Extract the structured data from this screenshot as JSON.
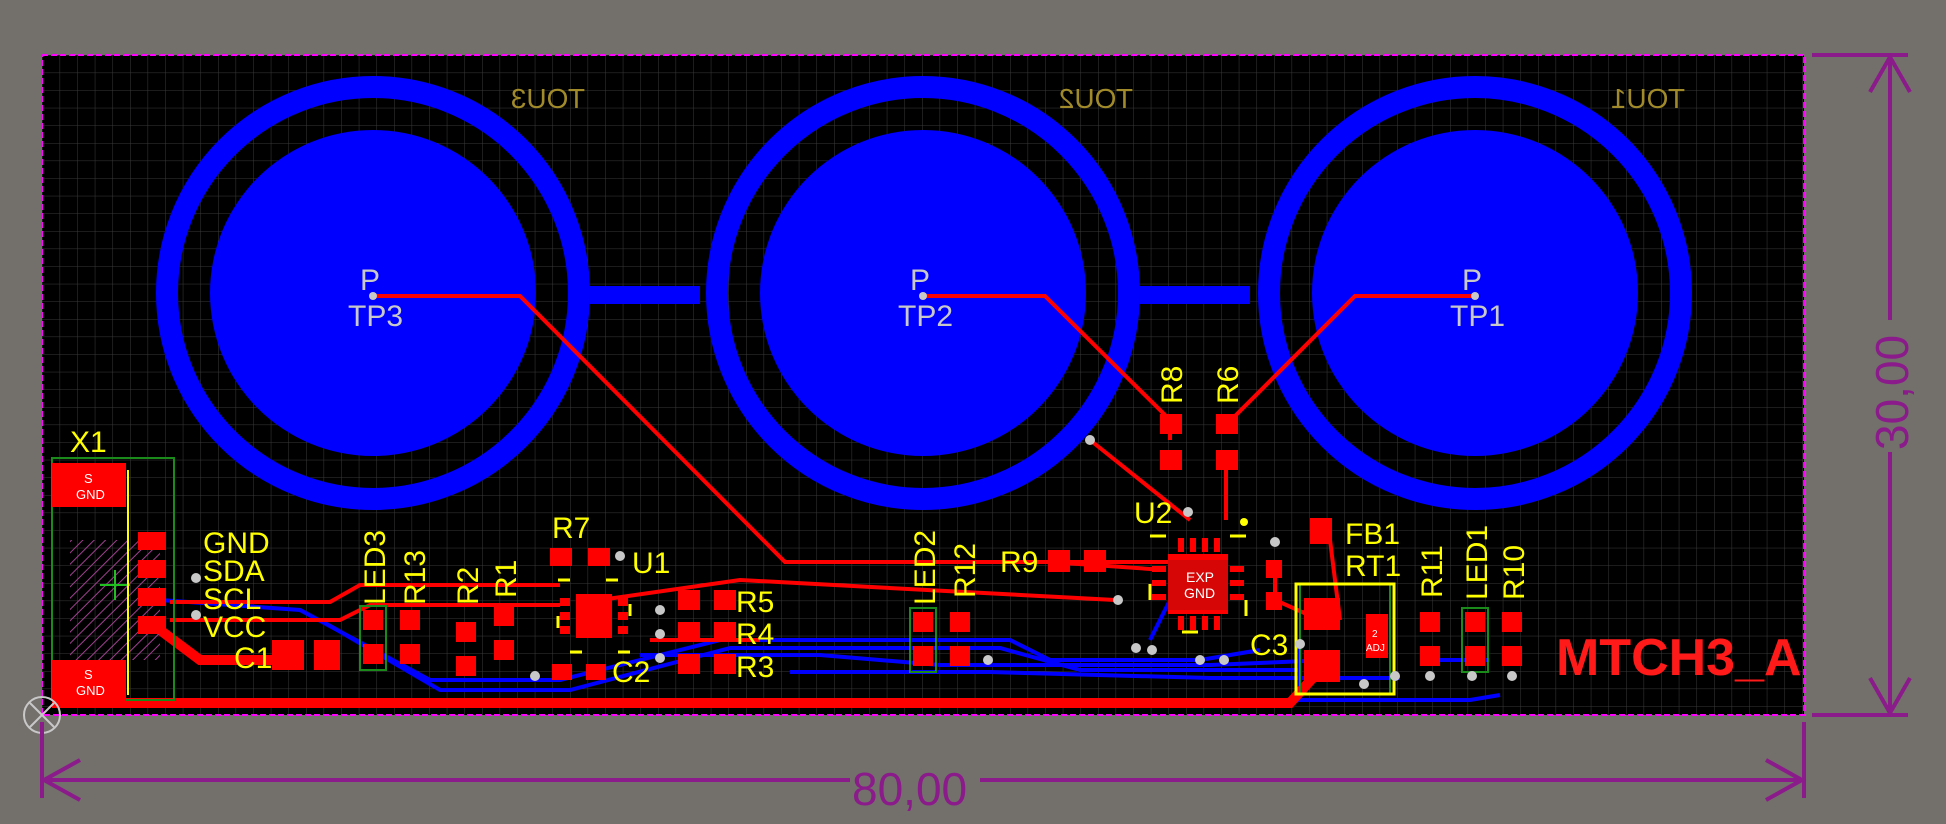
{
  "board": {
    "name": "MTCH3_A",
    "width_dim": "80,00",
    "height_dim": "30,00"
  },
  "touch_pads": [
    {
      "label": "TP1",
      "net": "P",
      "mirror": "TOU1"
    },
    {
      "label": "TP2",
      "net": "P",
      "mirror": "TOU2"
    },
    {
      "label": "TP3",
      "net": "P",
      "mirror": "TOU3"
    }
  ],
  "connector": {
    "ref": "X1",
    "pins": [
      "GND",
      "SDA",
      "SCL",
      "VCC"
    ],
    "shield_label_top": "S",
    "shield_label_bottom": "GND"
  },
  "designators": {
    "u1": "U1",
    "u2": "U2",
    "r1": "R1",
    "r2": "R2",
    "r3": "R3",
    "r4": "R4",
    "r5": "R5",
    "r6": "R6",
    "r7": "R7",
    "r8": "R8",
    "r9": "R9",
    "r10": "R10",
    "r11": "R11",
    "r12": "R12",
    "r13": "R13",
    "c1": "C1",
    "c2": "C2",
    "c3": "C3",
    "led1": "LED1",
    "led2": "LED2",
    "led3": "LED3",
    "fb1": "FB1",
    "rt1": "RT1"
  },
  "u2_pad_text": [
    "EXP",
    "GND"
  ],
  "rt1_body_text": [
    "2",
    "ADJ"
  ],
  "colors": {
    "background": "#736f6b",
    "board": "#000000",
    "bottom_copper": "#0000ff",
    "top_copper": "#ff0000",
    "silkscreen": "#ffff00",
    "outline": "#ff00ff",
    "dimension": "#8b1a8b"
  }
}
